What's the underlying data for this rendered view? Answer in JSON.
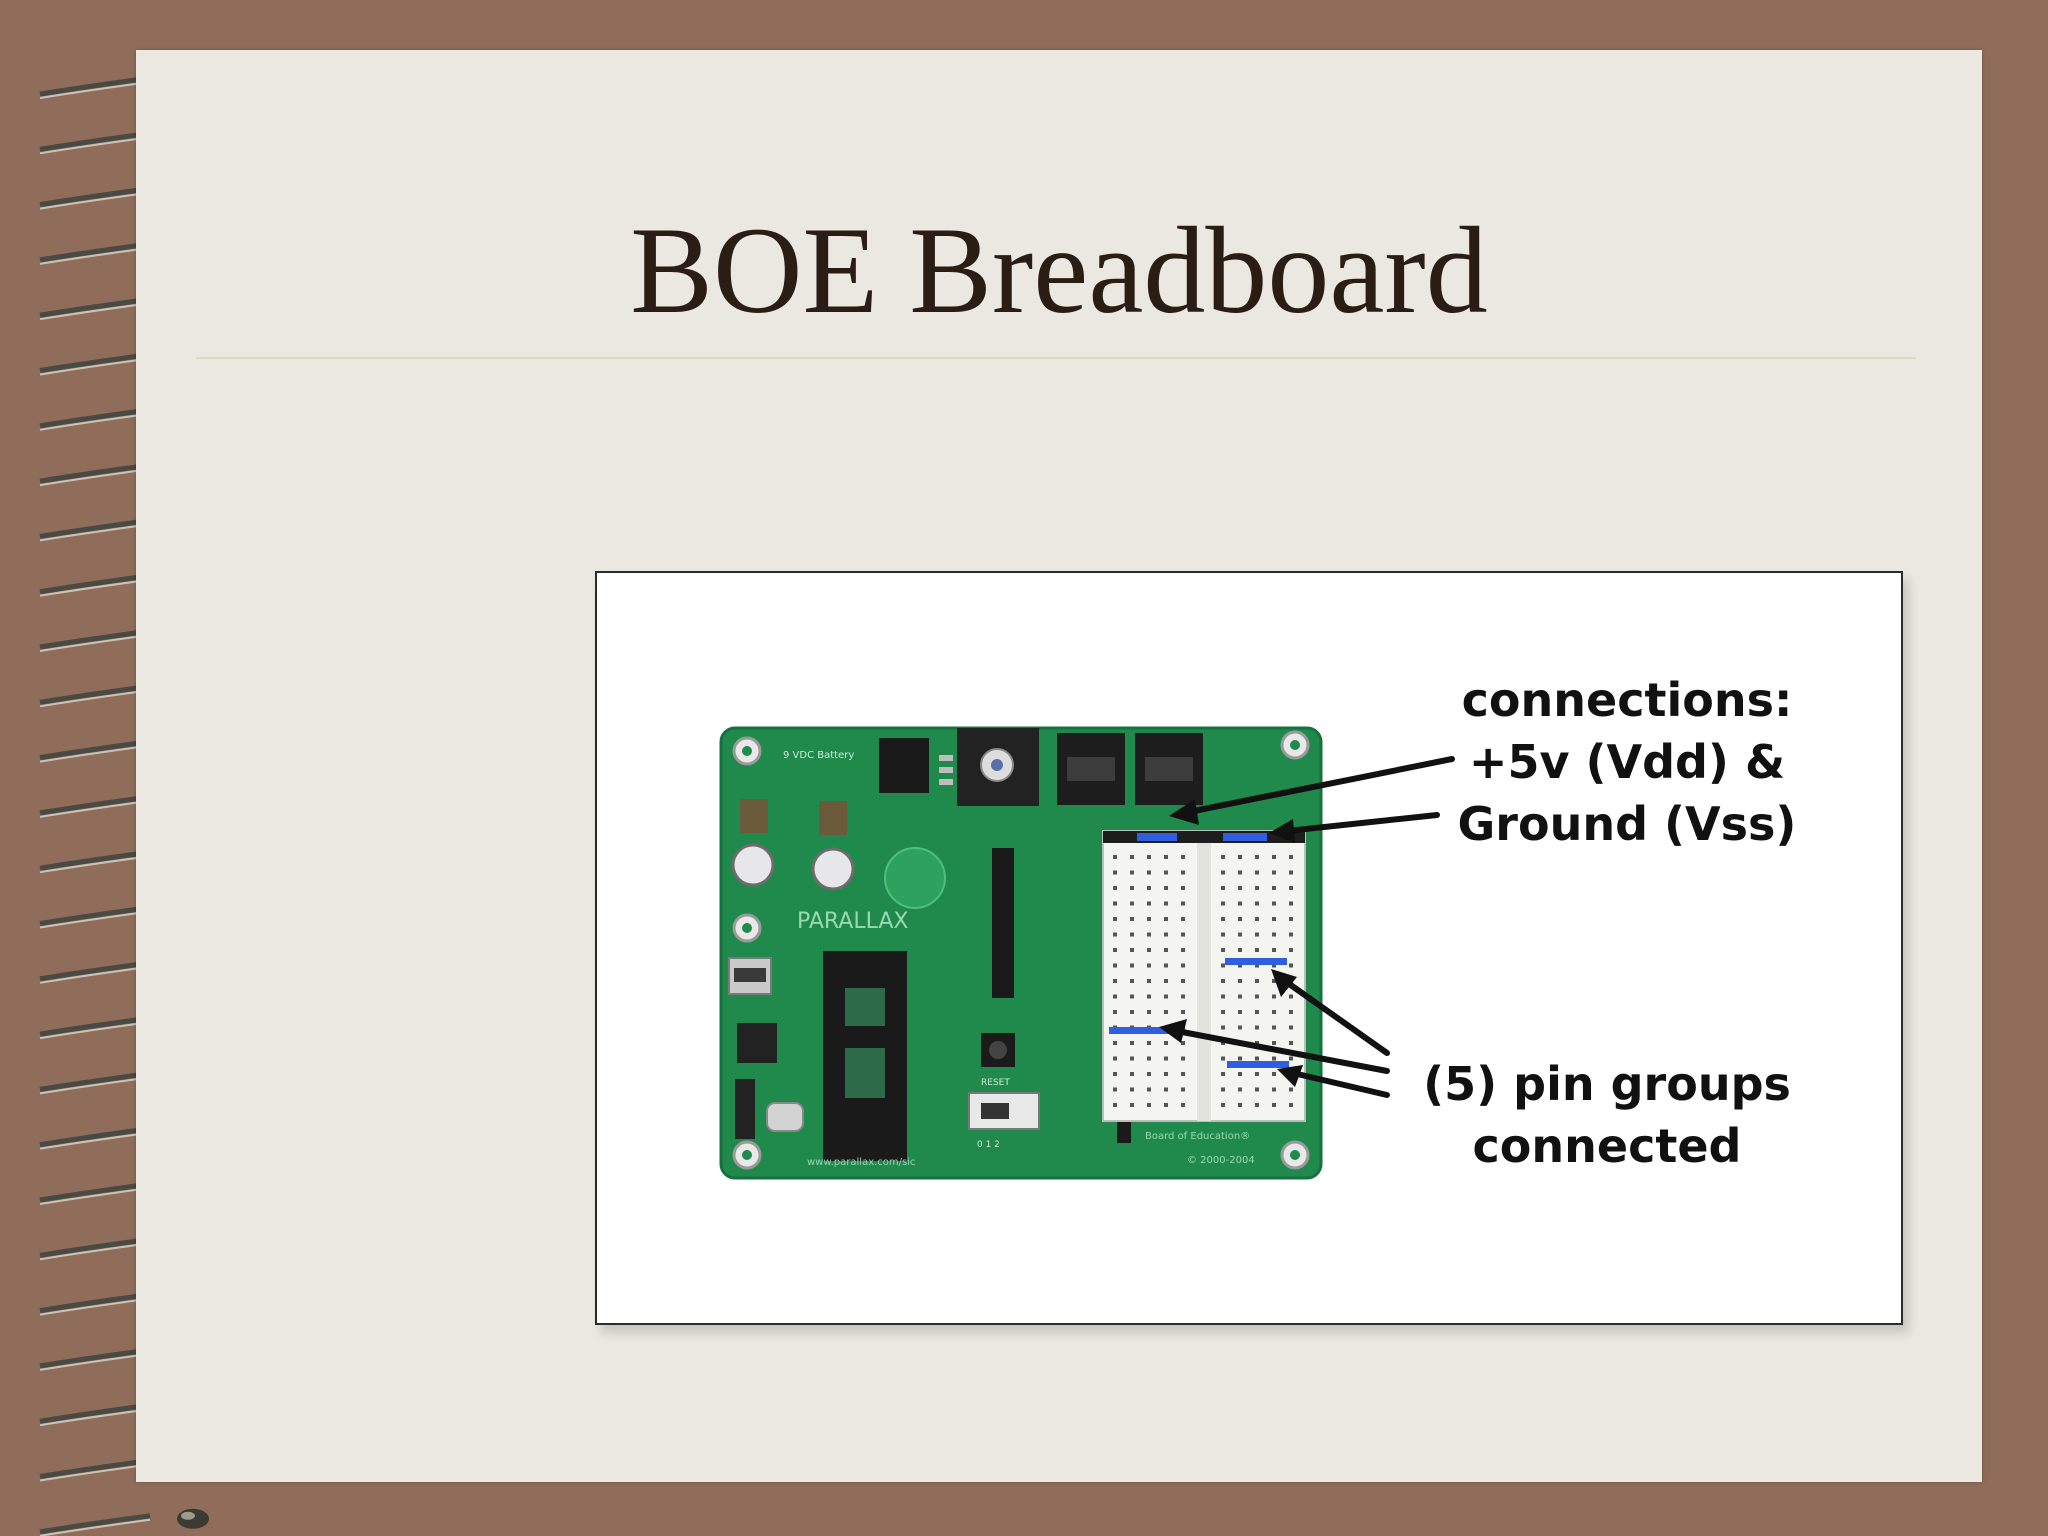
{
  "slide": {
    "title": "BOE Breadboard"
  },
  "figure": {
    "callout_top": {
      "line1": "connections:",
      "line2": "+5v (Vdd) &",
      "line3": "Ground (Vss)"
    },
    "callout_bottom": {
      "line1": "(5) pin groups",
      "line2": "connected"
    },
    "board": {
      "label_battery": "9 VDC Battery",
      "label_brand": "PARALLAX",
      "label_url": "www.parallax.com/sic",
      "label_copyright": "© 2000-2004",
      "label_name": "Board of Education®",
      "label_reset": "RESET",
      "label_switch": "0 1 2"
    },
    "colors": {
      "board_green": "#1f8a4c",
      "highlight_blue": "#2f5fe0",
      "breadboard": "#f4f4f0"
    }
  },
  "decor": {
    "spiral_binding": "spiral-binding-icon"
  }
}
